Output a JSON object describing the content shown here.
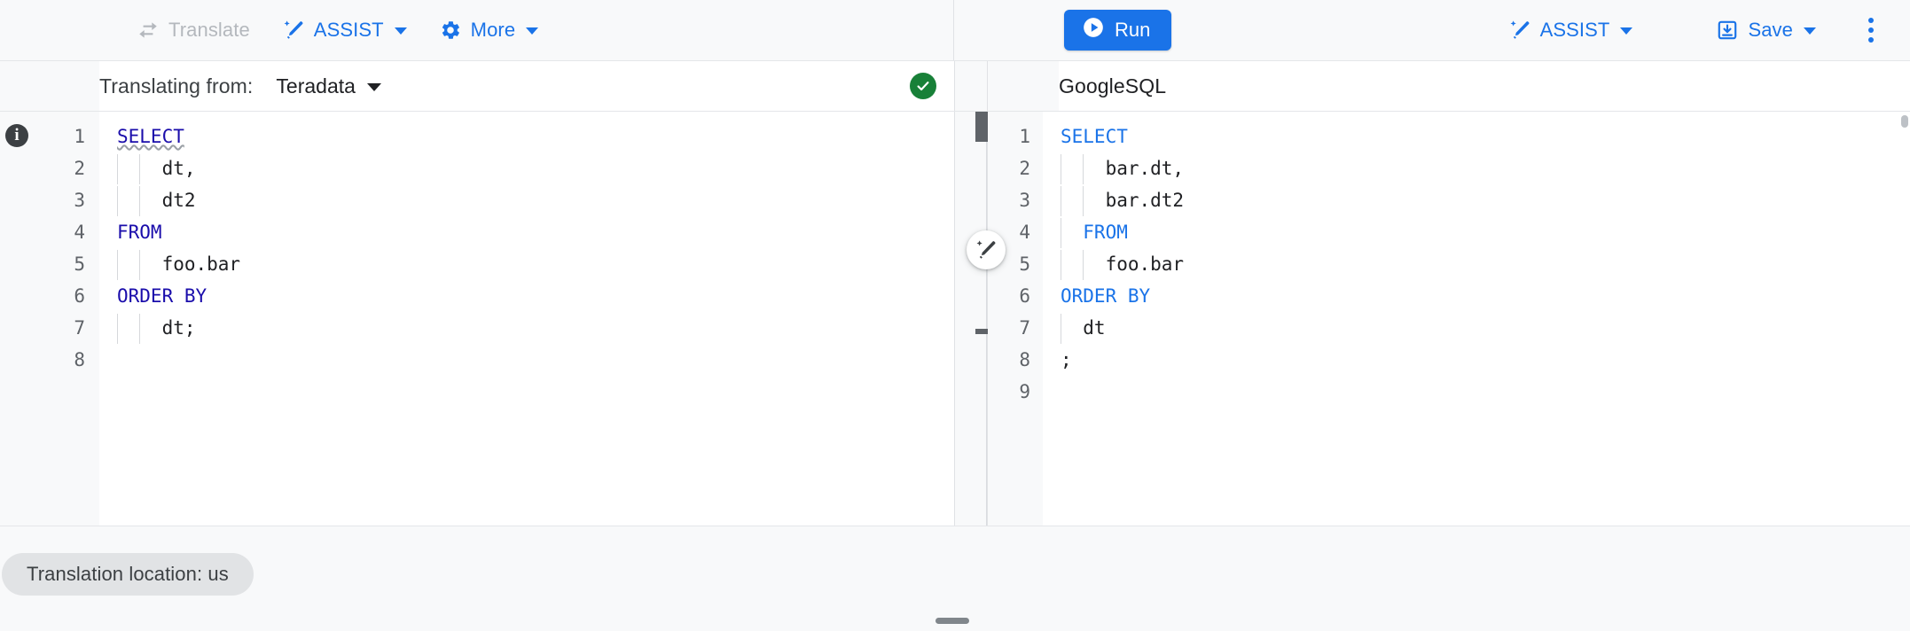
{
  "toolbar": {
    "left": [
      {
        "name": "translate",
        "label": "Translate",
        "icon": "translate-arrows-icon",
        "disabled": true,
        "caret": false
      },
      {
        "name": "assist",
        "label": "ASSIST",
        "icon": "magic-wand-icon",
        "disabled": false,
        "caret": true
      },
      {
        "name": "more",
        "label": "More",
        "icon": "gear-icon",
        "disabled": false,
        "caret": true
      }
    ],
    "run_label": "Run",
    "run_icon": "play-circle-icon",
    "right": [
      {
        "name": "assist",
        "label": "ASSIST",
        "icon": "magic-wand-icon",
        "caret": true
      },
      {
        "name": "save",
        "label": "Save",
        "icon": "save-download-icon",
        "caret": true
      }
    ],
    "overflow_icon": "kebab-menu-icon",
    "accent_color": "#1a73e8",
    "disabled_color": "#b4b8bd"
  },
  "source_panel": {
    "translating_from_label": "Translating from:",
    "dialect": "Teradata",
    "status_icon": "check-circle-icon",
    "status_color": "#188038",
    "lines": [
      {
        "n": "1",
        "tokens": [
          {
            "t": "SELECT",
            "cls": "kw sq"
          }
        ],
        "guides": []
      },
      {
        "n": "2",
        "tokens": [
          {
            "t": "    dt,",
            "cls": ""
          }
        ],
        "guides": [
          0,
          1
        ]
      },
      {
        "n": "3",
        "tokens": [
          {
            "t": "    dt2",
            "cls": ""
          }
        ],
        "guides": [
          0,
          1
        ]
      },
      {
        "n": "4",
        "tokens": [
          {
            "t": "FROM",
            "cls": "kw"
          }
        ],
        "guides": []
      },
      {
        "n": "5",
        "tokens": [
          {
            "t": "    foo.bar",
            "cls": ""
          }
        ],
        "guides": [
          0,
          1
        ]
      },
      {
        "n": "6",
        "tokens": [
          {
            "t": "ORDER BY",
            "cls": "kw"
          }
        ],
        "guides": []
      },
      {
        "n": "7",
        "tokens": [
          {
            "t": "    dt;",
            "cls": ""
          }
        ],
        "guides": [
          0,
          1
        ]
      },
      {
        "n": "8",
        "tokens": [
          {
            "t": "",
            "cls": ""
          }
        ],
        "guides": []
      }
    ]
  },
  "target_panel": {
    "dialect": "GoogleSQL",
    "wand_icon": "magic-wand-icon",
    "lines": [
      {
        "n": "1",
        "tokens": [
          {
            "t": "SELECT",
            "cls": "kw2"
          }
        ],
        "guides": []
      },
      {
        "n": "2",
        "tokens": [
          {
            "t": "    bar.dt,",
            "cls": ""
          }
        ],
        "guides": [
          0,
          1
        ]
      },
      {
        "n": "3",
        "tokens": [
          {
            "t": "    bar.dt2",
            "cls": ""
          }
        ],
        "guides": [
          0,
          1
        ]
      },
      {
        "n": "4",
        "tokens": [
          {
            "t": "  FROM",
            "cls": "kw2"
          }
        ],
        "guides": [
          0
        ]
      },
      {
        "n": "5",
        "tokens": [
          {
            "t": "    foo.bar",
            "cls": ""
          }
        ],
        "guides": [
          0,
          1
        ]
      },
      {
        "n": "6",
        "tokens": [
          {
            "t": "ORDER BY",
            "cls": "kw2"
          }
        ],
        "guides": []
      },
      {
        "n": "7",
        "tokens": [
          {
            "t": "  dt",
            "cls": ""
          }
        ],
        "guides": [
          0
        ]
      },
      {
        "n": "8",
        "tokens": [
          {
            "t": ";",
            "cls": ""
          }
        ],
        "guides": []
      },
      {
        "n": "9",
        "tokens": [
          {
            "t": "",
            "cls": ""
          }
        ],
        "guides": []
      }
    ]
  },
  "statusbar": {
    "location_chip": "Translation location: us"
  }
}
